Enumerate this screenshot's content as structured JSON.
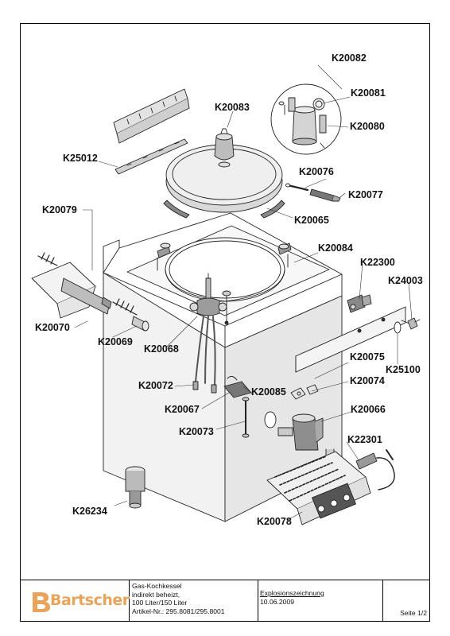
{
  "part_labels": {
    "K20082": "K20082",
    "K20081": "K20081",
    "K20083": "K20083",
    "K20080": "K20080",
    "K25012": "K25012",
    "K20076": "K20076",
    "K20077": "K20077",
    "K20079": "K20079",
    "K20065": "K20065",
    "K20084": "K20084",
    "K22300": "K22300",
    "K24003": "K24003",
    "K20070": "K20070",
    "K20069": "K20069",
    "K20068": "K20068",
    "K20075": "K20075",
    "K25100": "K25100",
    "K20074": "K20074",
    "K20072": "K20072",
    "K20085": "K20085",
    "K20067": "K20067",
    "K20066": "K20066",
    "K20073": "K20073",
    "K22301": "K22301",
    "K26234": "K26234",
    "K20078": "K20078"
  },
  "title_block": {
    "brand": "Bartscher",
    "brand_color": "#e9a35a",
    "description_line1": "Gas-Kochkessel",
    "description_line2": "indirekt beheizt,",
    "description_line3": "100 Liter/150 Liter",
    "article_numbers": "Artikel-Nr.: 295.8081/295.8001",
    "drawing_type": "Explosionszeichnung",
    "date": "10.06.2009",
    "page": "Seite 1/2"
  }
}
